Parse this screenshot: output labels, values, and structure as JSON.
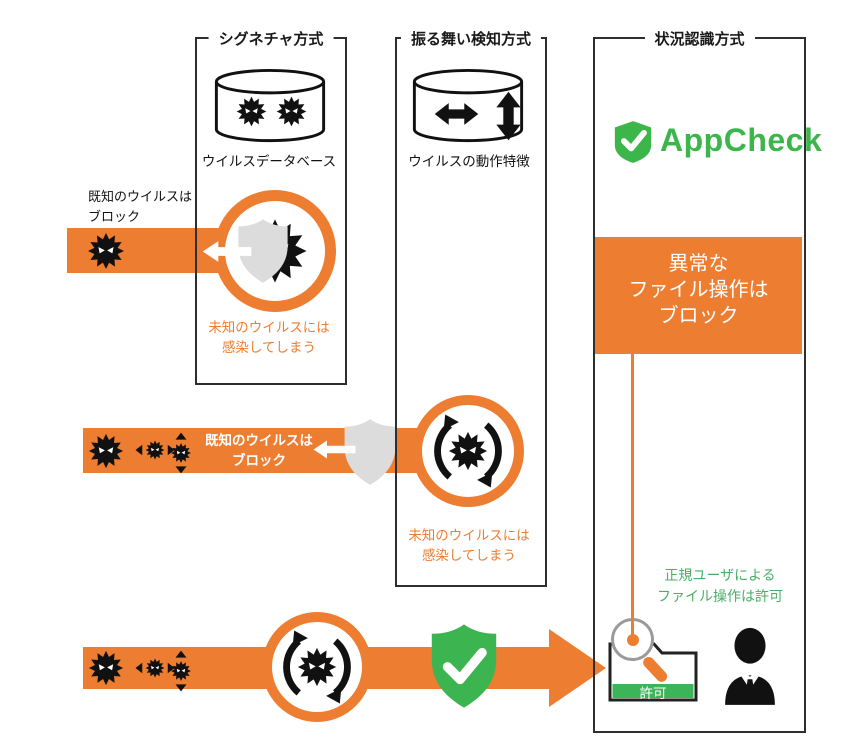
{
  "diagram": {
    "columns": {
      "signature": {
        "title": "シグネチャ方式",
        "db_label": "ウイルスデータベース",
        "blocked_line1": "既知のウイルスは",
        "blocked_line2": "ブロック",
        "caption_line1": "未知のウイルスには",
        "caption_line2": "感染してしまう"
      },
      "behavior": {
        "title": "振る舞い検知方式",
        "db_label": "ウイルスの動作特徴",
        "band_line1": "既知のウイルスは",
        "band_line2": "ブロック",
        "caption_line1": "未知のウイルスには",
        "caption_line2": "感染してしまう"
      },
      "appcheck": {
        "title": "状況認識方式",
        "logo_text": "AppCheck",
        "block_line1": "異常な",
        "block_line2": "ファイル操作は",
        "block_line3": "ブロック",
        "allow_line1": "正規ユーザによる",
        "allow_line2": "ファイル操作は許可",
        "folder_label": "許可"
      }
    },
    "colors": {
      "orange": "#ED7D31",
      "green": "#3CB54A",
      "green_text": "#4BAD68",
      "gray_shield": "#DCDCDC",
      "border_black": "#2E2E2E"
    },
    "icons": {
      "virus-icon": "spiky virus ball with angry eyes",
      "virus-horizontal-arrows-icon": "virus with left/right expand triangles",
      "virus-vertical-arrows-icon": "virus with up/down expand triangles",
      "mutating-virus-icon": "virus surrounded by rotating arrows",
      "database-cylinder-icon": "database cylinder",
      "shield-icon": "gray protection shield",
      "check-shield-icon": "green shield with white checkmark",
      "left-arrow-icon": "white arrow pointing left",
      "right-arrow-icon": "large orange arrow pointing right",
      "double-arrow-horizontal-icon": "solid horizontal double arrow",
      "double-arrow-vertical-icon": "solid vertical double arrow",
      "magnifier-icon": "magnifying glass inspecting folder",
      "folder-icon": "file folder with permission band",
      "appcheck-logo-icon": "green shield checkmark logo",
      "user-icon": "business person silhouette"
    }
  }
}
